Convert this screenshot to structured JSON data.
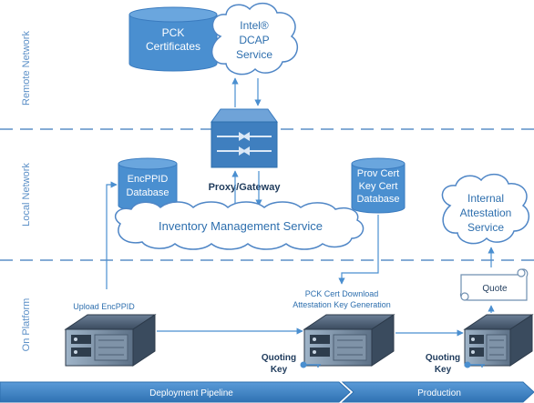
{
  "zones": {
    "remote": "Remote Network",
    "local": "Local Network",
    "platform": "On Platform"
  },
  "nodes": {
    "pck_db": [
      "PCK",
      "Certificates"
    ],
    "dcap": [
      "Intel®",
      "DCAP",
      "Service"
    ],
    "proxy": "Proxy/Gateway",
    "encppid_db": [
      "EncPPID",
      "Database"
    ],
    "provcert_db": [
      "Prov Cert",
      "Key Cert",
      "Database"
    ],
    "inventory": "Inventory Management Service",
    "internal_attestation": [
      "Internal",
      "Attestation",
      "Service"
    ],
    "quote": "Quote"
  },
  "labels": {
    "upload": "Upload EncPPID",
    "pck_download": [
      "PCK Cert Download",
      "Attestation Key Generation"
    ],
    "quoting_key_1": [
      "Quoting",
      "Key"
    ],
    "quoting_key_2": [
      "Quoting",
      "Key"
    ]
  },
  "pipeline": {
    "deployment": "Deployment Pipeline",
    "production": "Production"
  },
  "colors": {
    "blue": "#4a8fd0",
    "blue_dark": "#2e6fae",
    "zone_line": "#5b8fc7",
    "cloud_stroke": "#4f86c6",
    "arrow": "#4a8fd0",
    "zone_text": "#5b8fc7"
  }
}
